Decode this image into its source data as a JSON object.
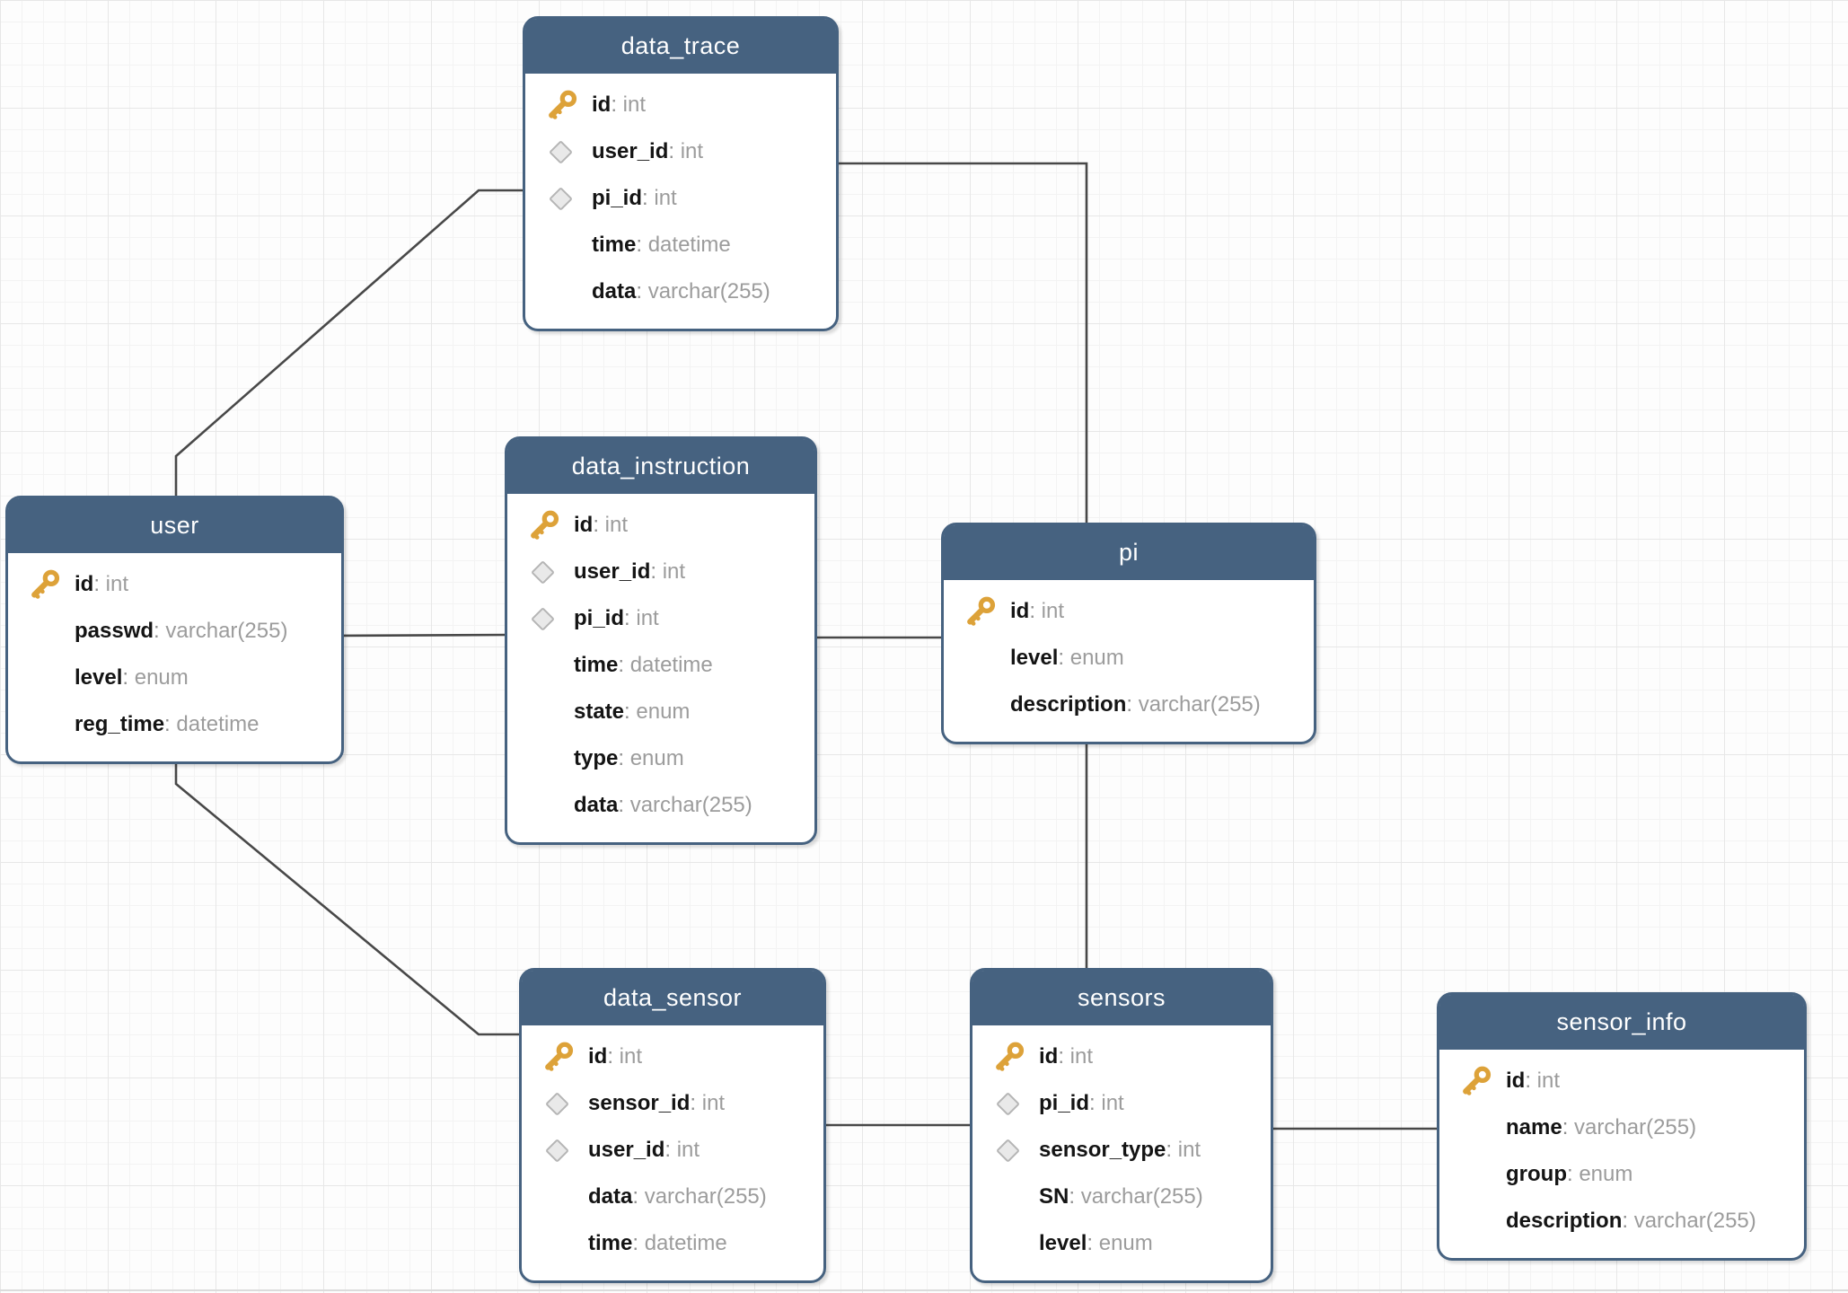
{
  "diagram": {
    "tables": [
      {
        "title": "data_trace",
        "fields": [
          {
            "name": "id",
            "type": "int",
            "icon": "key"
          },
          {
            "name": "user_id",
            "type": "int",
            "icon": "diamond"
          },
          {
            "name": "pi_id",
            "type": "int",
            "icon": "diamond"
          },
          {
            "name": "time",
            "type": "datetime",
            "icon": "none"
          },
          {
            "name": "data",
            "type": "varchar(255)",
            "icon": "none"
          }
        ]
      },
      {
        "title": "user",
        "fields": [
          {
            "name": "id",
            "type": "int",
            "icon": "key"
          },
          {
            "name": "passwd",
            "type": "varchar(255)",
            "icon": "none"
          },
          {
            "name": "level",
            "type": "enum",
            "icon": "none"
          },
          {
            "name": "reg_time",
            "type": "datetime",
            "icon": "none"
          }
        ]
      },
      {
        "title": "data_instruction",
        "fields": [
          {
            "name": "id",
            "type": "int",
            "icon": "key"
          },
          {
            "name": "user_id",
            "type": "int",
            "icon": "diamond"
          },
          {
            "name": "pi_id",
            "type": "int",
            "icon": "diamond"
          },
          {
            "name": "time",
            "type": "datetime",
            "icon": "none"
          },
          {
            "name": "state",
            "type": "enum",
            "icon": "none"
          },
          {
            "name": "type",
            "type": "enum",
            "icon": "none"
          },
          {
            "name": "data",
            "type": "varchar(255)",
            "icon": "none"
          }
        ]
      },
      {
        "title": "pi",
        "fields": [
          {
            "name": "id",
            "type": "int",
            "icon": "key"
          },
          {
            "name": "level",
            "type": "enum",
            "icon": "none"
          },
          {
            "name": "description",
            "type": "varchar(255)",
            "icon": "none"
          }
        ]
      },
      {
        "title": "data_sensor",
        "fields": [
          {
            "name": "id",
            "type": "int",
            "icon": "key"
          },
          {
            "name": "sensor_id",
            "type": "int",
            "icon": "diamond"
          },
          {
            "name": "user_id",
            "type": "int",
            "icon": "diamond"
          },
          {
            "name": "data",
            "type": "varchar(255)",
            "icon": "none"
          },
          {
            "name": "time",
            "type": "datetime",
            "icon": "none"
          }
        ]
      },
      {
        "title": "sensors",
        "fields": [
          {
            "name": "id",
            "type": "int",
            "icon": "key"
          },
          {
            "name": "pi_id",
            "type": "int",
            "icon": "diamond"
          },
          {
            "name": "sensor_type",
            "type": "int",
            "icon": "diamond"
          },
          {
            "name": "SN",
            "type": "varchar(255)",
            "icon": "none"
          },
          {
            "name": "level",
            "type": "enum",
            "icon": "none"
          }
        ]
      },
      {
        "title": "sensor_info",
        "fields": [
          {
            "name": "id",
            "type": "int",
            "icon": "key"
          },
          {
            "name": "name",
            "type": "varchar(255)",
            "icon": "none"
          },
          {
            "name": "group",
            "type": "enum",
            "icon": "none"
          },
          {
            "name": "description",
            "type": "varchar(255)",
            "icon": "none"
          }
        ]
      }
    ],
    "connections": [
      {
        "from": "user",
        "to": "data_trace"
      },
      {
        "from": "user",
        "to": "data_instruction"
      },
      {
        "from": "user",
        "to": "data_sensor"
      },
      {
        "from": "data_trace",
        "to": "pi"
      },
      {
        "from": "data_instruction",
        "to": "pi"
      },
      {
        "from": "pi",
        "to": "sensors"
      },
      {
        "from": "data_sensor",
        "to": "sensors"
      },
      {
        "from": "sensors",
        "to": "sensor_info"
      }
    ],
    "colors": {
      "table_header": "#466280",
      "table_border": "#466280",
      "primary_key_icon": "#dda239",
      "foreign_key_icon_fill": "#e9e9e9",
      "foreign_key_icon_stroke": "#b5b5b5",
      "field_name_text": "#141414",
      "field_type_text": "#9c9c9c",
      "connection_line": "#484848"
    }
  }
}
